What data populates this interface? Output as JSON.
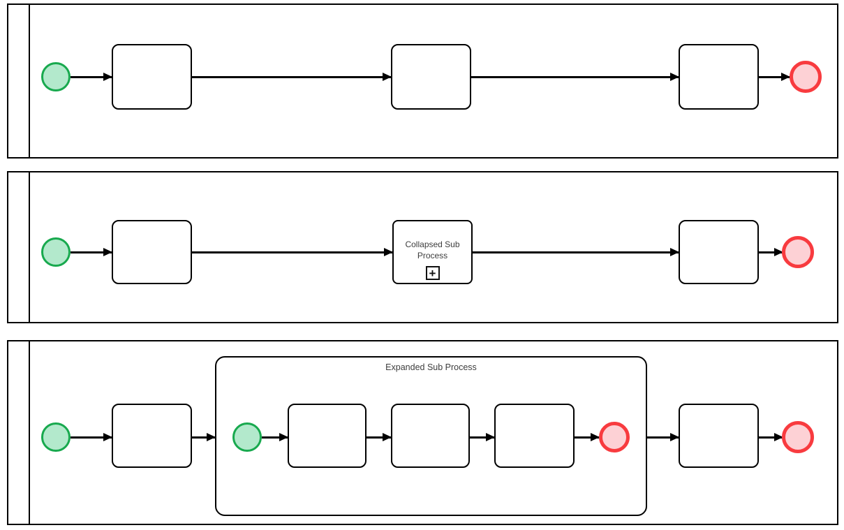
{
  "diagram": {
    "type": "bpmn-flowchart",
    "pools": [
      {
        "id": "pool-1",
        "label": "",
        "sequence": [
          "start-event",
          "task",
          "task",
          "task",
          "end-event"
        ]
      },
      {
        "id": "pool-2",
        "label": "",
        "sequence": [
          "start-event",
          "task",
          "collapsed-sub-process",
          "task",
          "end-event"
        ],
        "collapsed_sub_process": {
          "label": "Collapsed Sub Process",
          "marker": "+",
          "marker_icon": "plus-expand-icon"
        }
      },
      {
        "id": "pool-3",
        "label": "",
        "sequence": [
          "start-event",
          "task",
          "expanded-sub-process",
          "task",
          "end-event"
        ],
        "expanded_sub_process": {
          "label": "Expanded Sub Process",
          "sequence": [
            "start-event",
            "task",
            "task",
            "task",
            "end-event"
          ]
        }
      }
    ],
    "colors": {
      "start_event_fill": "#b3e9cc",
      "start_event_stroke": "#18a94e",
      "end_event_fill": "#fdd1d5",
      "end_event_stroke": "#f83b3f",
      "shape_stroke": "#000000",
      "label_text": "#3d3d3d",
      "background": "#ffffff"
    }
  }
}
